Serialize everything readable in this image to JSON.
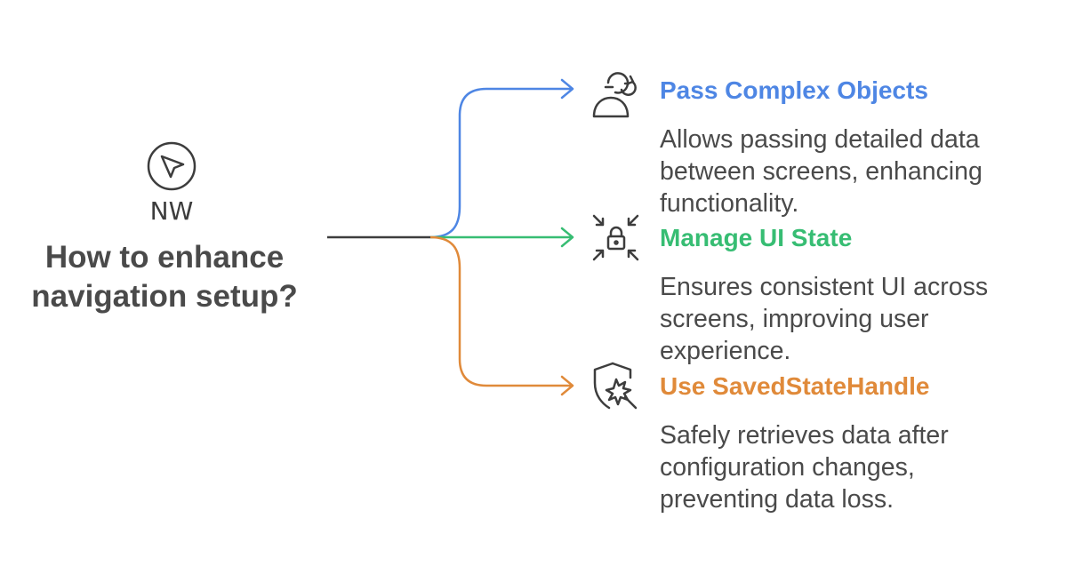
{
  "root": {
    "icon_label": "NW",
    "question": "How to enhance navigation setup?"
  },
  "colors": {
    "root_line": "#3d3d3d",
    "text": "#4a4a4a",
    "icon": "#3d3d3d"
  },
  "branches": [
    {
      "title": "Pass Complex Objects",
      "description": "Allows passing detailed data between screens, enhancing functionality.",
      "color": "#4e86e4",
      "icon": "person-sync-icon"
    },
    {
      "title": "Manage UI State",
      "description": "Ensures consistent UI across screens, improving user experience.",
      "color": "#37bd73",
      "icon": "lock-focus-icon"
    },
    {
      "title": "Use SavedStateHandle",
      "description": "Safely retrieves data after configuration changes, preventing data loss.",
      "color": "#e08a3a",
      "icon": "shield-click-icon"
    }
  ]
}
